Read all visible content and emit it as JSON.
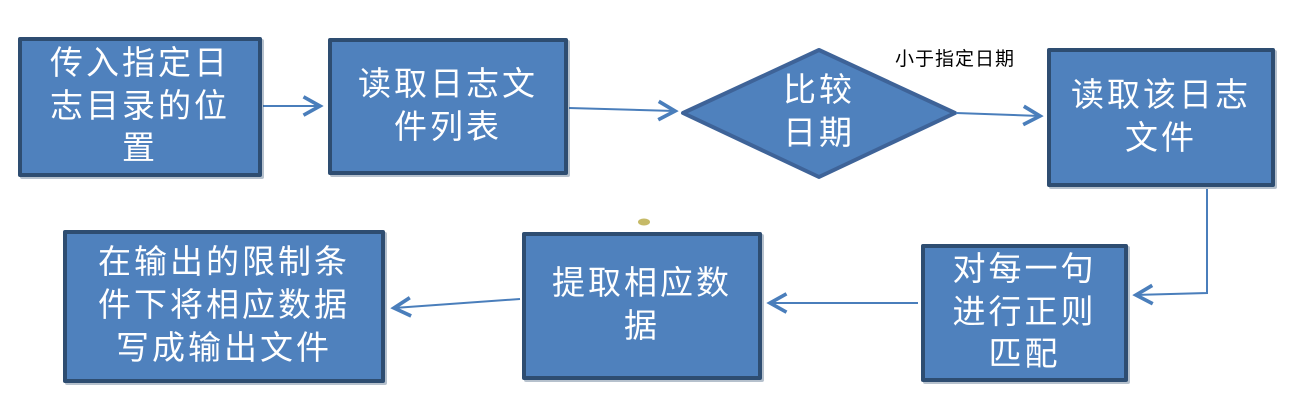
{
  "diagram": {
    "type": "flowchart",
    "nodes": {
      "input_dir": {
        "shape": "rect",
        "label": "传入指定日\n志目录的位\n置"
      },
      "read_list": {
        "shape": "rect",
        "label": "读取日志文\n件列表"
      },
      "compare_date": {
        "shape": "diamond",
        "label": "比较\n日期"
      },
      "read_file": {
        "shape": "rect",
        "label": "读取该日志\n文件"
      },
      "regex_match": {
        "shape": "rect",
        "label": "对每一句\n进行正则\n匹配"
      },
      "extract_data": {
        "shape": "rect",
        "label": "提取相应数\n据"
      },
      "write_output": {
        "shape": "rect",
        "label": "在输出的限制条\n件下将相应数据\n写成输出文件"
      }
    },
    "edges": [
      {
        "from": "input_dir",
        "to": "read_list",
        "label": ""
      },
      {
        "from": "read_list",
        "to": "compare_date",
        "label": ""
      },
      {
        "from": "compare_date",
        "to": "read_file",
        "label": "小于指定日期"
      },
      {
        "from": "read_file",
        "to": "regex_match",
        "label": ""
      },
      {
        "from": "regex_match",
        "to": "extract_data",
        "label": ""
      },
      {
        "from": "extract_data",
        "to": "write_output",
        "label": ""
      }
    ],
    "edge_label": "小于指定日期",
    "colors": {
      "node_fill": "#4F81BD",
      "node_border": "#2E4D71",
      "diamond_border": "#3E6398",
      "connector": "#4A7EBB",
      "node_text": "#FFFFFF",
      "edge_label_text": "#000000",
      "background": "#FFFFFF",
      "artifact_dot": "#C6BA68"
    }
  }
}
